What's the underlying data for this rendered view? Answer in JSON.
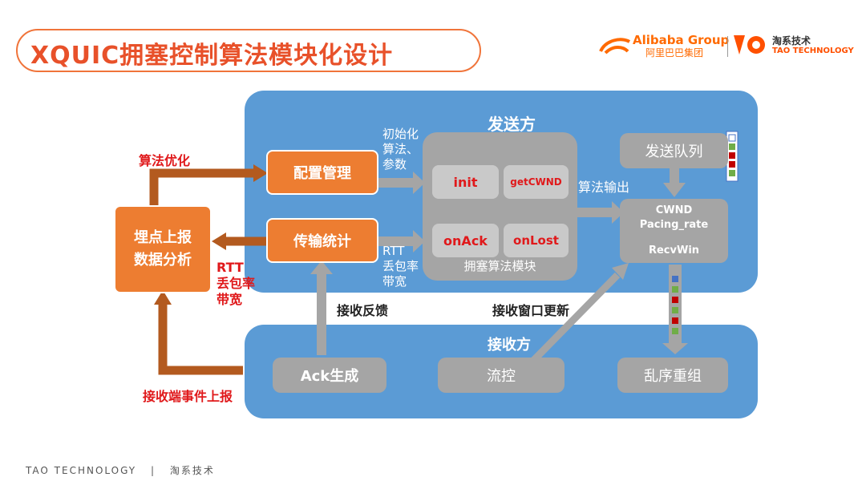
{
  "header": {
    "title": "XQUIC拥塞控制算法模块化设计",
    "logo_alibaba": "Alibaba Group",
    "logo_alibaba_cn": "阿里巴巴集团",
    "logo_tao_cn": "淘系技术",
    "logo_tao_en": "TAO TECHNOLOGY"
  },
  "diagram": {
    "sender_title": "发送方",
    "receiver_title": "接收方",
    "config_mgmt": "配置管理",
    "transfer_stats": "传输统计",
    "analysis": "埋点上报\n数据分析",
    "init_params": "初始化\n算法、\n参数",
    "rtt_stats": "RTT\n丢包率\n带宽",
    "cc_module": "拥塞算法模块",
    "fn_init": "init",
    "fn_getcwnd": "getCWND",
    "fn_onack": "onAck",
    "fn_onlost": "onLost",
    "algo_output": "算法输出",
    "send_queue": "发送队列",
    "cwnd_line1": "CWND",
    "cwnd_line2": "Pacing_rate",
    "cwnd_line3": "RecvWin",
    "ack_gen": "Ack生成",
    "flow_ctrl": "流控",
    "reorder": "乱序重组",
    "recv_feedback": "接收反馈",
    "recv_window_update": "接收窗口更新",
    "algo_optimize": "算法优化",
    "rtt_red": "RTT\n丢包率\n带宽",
    "recv_event_report": "接收端事件上报"
  },
  "footer": {
    "brand": "TAO TECHNOLOGY",
    "separator": "|",
    "cn": "淘系技术"
  },
  "colors": {
    "accent": "#e8512a",
    "region": "#5b9bd5",
    "box_orange": "#ed7d31",
    "arrow_brown": "#b35a1f",
    "label_red": "#e0191b"
  }
}
